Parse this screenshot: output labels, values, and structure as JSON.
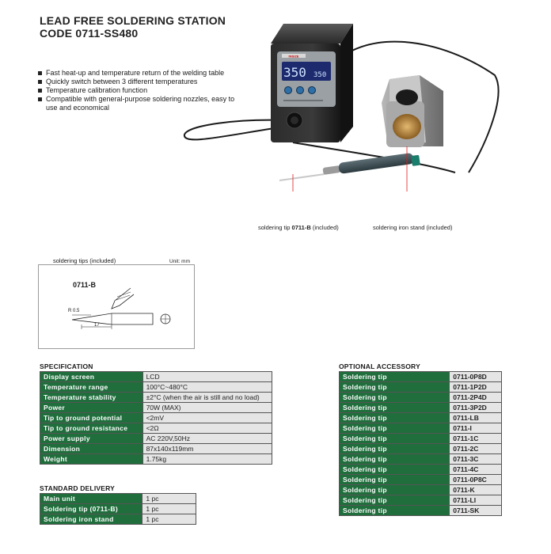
{
  "header": {
    "title": "LEAD FREE SOLDERING STATION",
    "code": "CODE 0711-SS480"
  },
  "features": [
    "Fast heat-up and temperature return of the welding table",
    "Quickly switch between 3 different temperatures",
    "Temperature calibration function",
    "Compatible with general-purpose soldering nozzles, easy to use and economical"
  ],
  "photo": {
    "brand": "INSIZE",
    "display_main": "350",
    "display_sub": "350",
    "caption_tip_prefix": "soldering tip",
    "caption_tip_code": "0711-B",
    "caption_tip_suffix": "(included)",
    "caption_stand": "soldering iron stand (included)"
  },
  "tip_drawing": {
    "heading": "soldering tips (included)",
    "unit": "Unit: mm",
    "model": "0711-B",
    "radius_label": "R 0.5",
    "length_label": "17"
  },
  "specification": {
    "heading": "SPECIFICATION",
    "rows": [
      {
        "k": "Display screen",
        "v": "LCD"
      },
      {
        "k": "Temperature range",
        "v": "100°C~480°C"
      },
      {
        "k": "Temperature stability",
        "v": "±2°C (when the air is still and no load)"
      },
      {
        "k": "Power",
        "v": "70W (MAX)"
      },
      {
        "k": "Tip to ground potential",
        "v": "<2mV"
      },
      {
        "k": "Tip to ground resistance",
        "v": "<2Ω"
      },
      {
        "k": "Power supply",
        "v": "AC 220V,50Hz"
      },
      {
        "k": "Dimension",
        "v": "87x140x119mm"
      },
      {
        "k": "Weight",
        "v": "1.75kg"
      }
    ]
  },
  "standard_delivery": {
    "heading": "STANDARD DELIVERY",
    "rows": [
      {
        "k": "Main unit",
        "v": "1 pc"
      },
      {
        "k": "Soldering tip (0711-B)",
        "v": "1 pc"
      },
      {
        "k": "Soldering iron stand",
        "v": "1 pc"
      }
    ]
  },
  "optional_accessory": {
    "heading": "OPTIONAL ACCESSORY",
    "rows": [
      {
        "k": "Soldering tip",
        "v": "0711-0P8D"
      },
      {
        "k": "Soldering tip",
        "v": "0711-1P2D"
      },
      {
        "k": "Soldering tip",
        "v": "0711-2P4D"
      },
      {
        "k": "Soldering tip",
        "v": "0711-3P2D"
      },
      {
        "k": "Soldering tip",
        "v": "0711-LB"
      },
      {
        "k": "Soldering tip",
        "v": "0711-I"
      },
      {
        "k": "Soldering tip",
        "v": "0711-1C"
      },
      {
        "k": "Soldering tip",
        "v": "0711-2C"
      },
      {
        "k": "Soldering tip",
        "v": "0711-3C"
      },
      {
        "k": "Soldering tip",
        "v": "0711-4C"
      },
      {
        "k": "Soldering tip",
        "v": "0711-0P8C"
      },
      {
        "k": "Soldering tip",
        "v": "0711-K"
      },
      {
        "k": "Soldering tip",
        "v": "0711-LI"
      },
      {
        "k": "Soldering tip",
        "v": "0711-SK"
      }
    ]
  }
}
